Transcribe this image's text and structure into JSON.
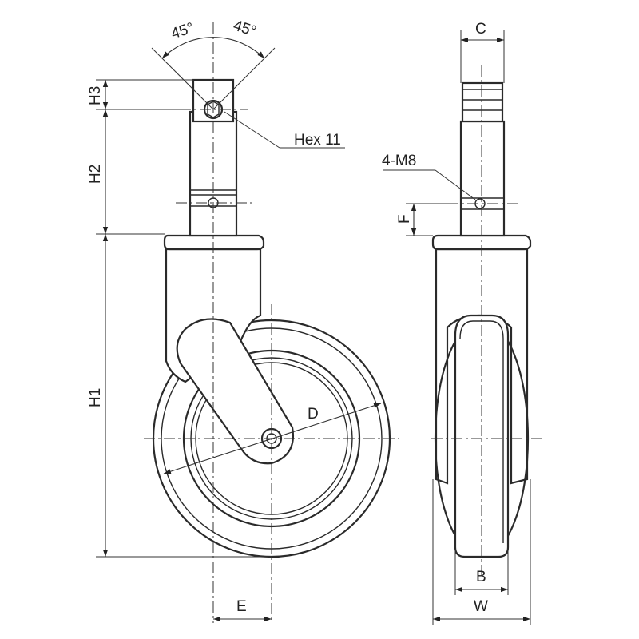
{
  "labels": {
    "angle_left": "45°",
    "angle_right": "45°",
    "hex": "Hex 11",
    "bolt": "4-M8",
    "dim_h1": "H1",
    "dim_h2": "H2",
    "dim_h3": "H3",
    "dim_d": "D",
    "dim_e": "E",
    "dim_c": "C",
    "dim_f": "F",
    "dim_b": "B",
    "dim_w": "W"
  }
}
